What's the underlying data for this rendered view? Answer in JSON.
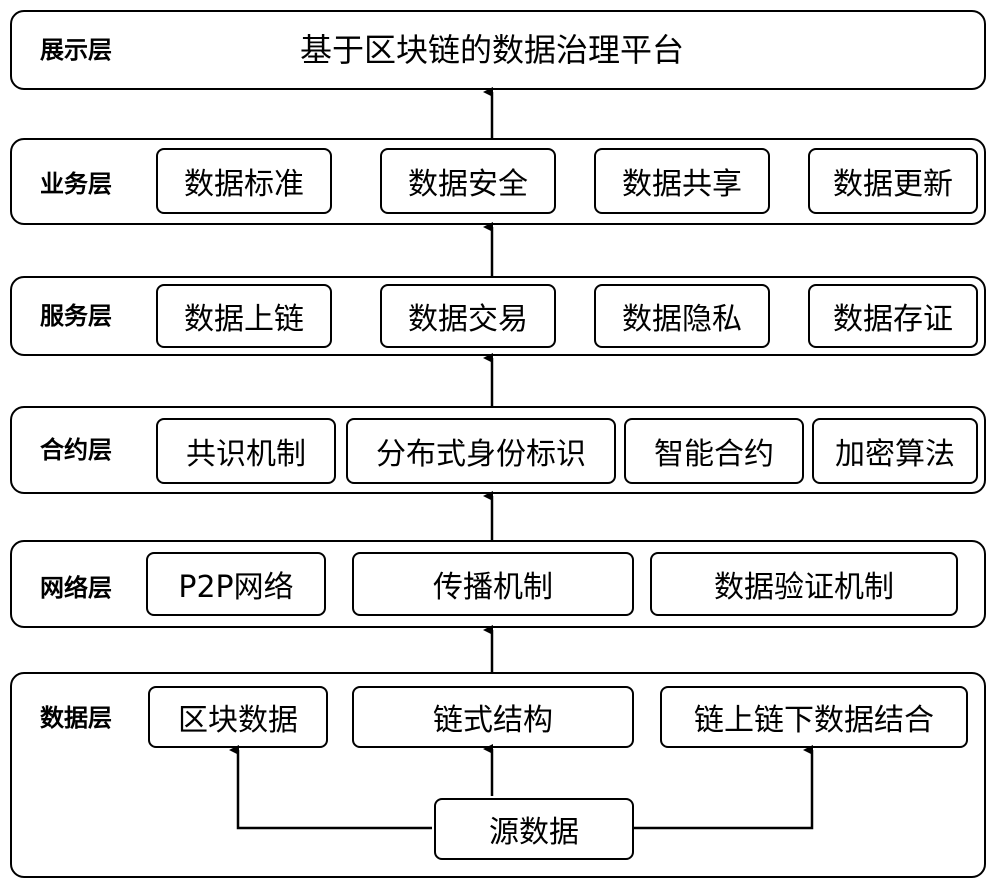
{
  "layers": {
    "display": {
      "label": "展示层",
      "title": "基于区块链的数据治理平台"
    },
    "business": {
      "label": "业务层",
      "items": [
        "数据标准",
        "数据安全",
        "数据共享",
        "数据更新"
      ]
    },
    "service": {
      "label": "服务层",
      "items": [
        "数据上链",
        "数据交易",
        "数据隐私",
        "数据存证"
      ]
    },
    "contract": {
      "label": "合约层",
      "items": [
        "共识机制",
        "分布式身份标识",
        "智能合约",
        "加密算法"
      ]
    },
    "network": {
      "label": "网络层",
      "items": [
        "P2P网络",
        "传播机制",
        "数据验证机制"
      ]
    },
    "data": {
      "label": "数据层",
      "items": [
        "区块数据",
        "链式结构",
        "链上链下数据结合"
      ],
      "source": "源数据"
    }
  }
}
